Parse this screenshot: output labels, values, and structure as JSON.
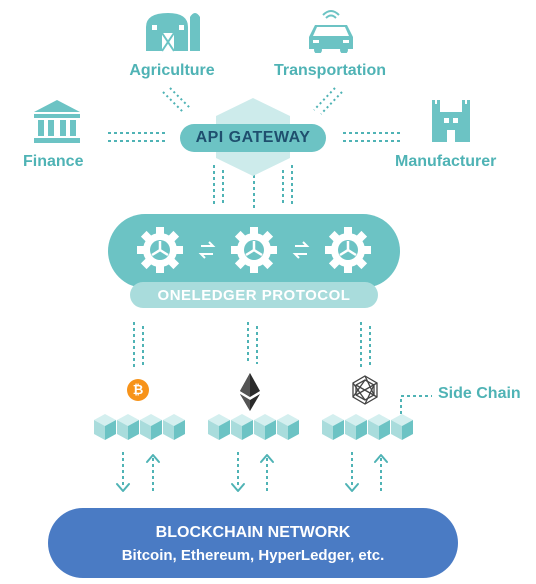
{
  "domains": {
    "agriculture": {
      "label": "Agriculture",
      "icon": "barn-icon"
    },
    "transportation": {
      "label": "Transportation",
      "icon": "car-icon"
    },
    "finance": {
      "label": "Finance",
      "icon": "bank-icon"
    },
    "manufacturer": {
      "label": "Manufacturer",
      "icon": "factory-icon"
    }
  },
  "gateway": {
    "label": "API GATEWAY"
  },
  "protocol": {
    "label": "ONELEDGER PROTOCOL",
    "icons": [
      "gear-icon",
      "swap-arrows-icon",
      "gear-icon",
      "swap-arrows-icon",
      "gear-icon"
    ]
  },
  "chains": [
    {
      "icon": "bitcoin-icon",
      "symbol": "₿"
    },
    {
      "icon": "ethereum-icon"
    },
    {
      "icon": "hyperledger-icon"
    }
  ],
  "side_chain": {
    "label": "Side Chain"
  },
  "network": {
    "title": "BLOCKCHAIN NETWORK",
    "subtitle": "Bitcoin, Ethereum, HyperLedger, etc."
  },
  "colors": {
    "teal": "#4fb3b5",
    "teal_light": "#a9dcdc",
    "teal_dark": "#6cc3c4",
    "bitcoin": "#f7931a",
    "network_blue": "#4a7bc4"
  }
}
